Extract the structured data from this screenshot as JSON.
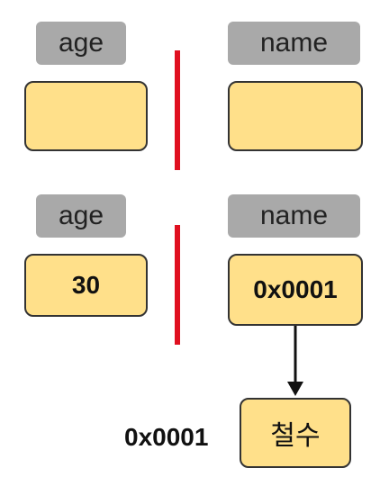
{
  "row1": {
    "left_label": "age",
    "right_label": "name",
    "left_value": "",
    "right_value": ""
  },
  "row2": {
    "left_label": "age",
    "right_label": "name",
    "left_value": "30",
    "right_value": "0x0001"
  },
  "heap": {
    "address": "0x0001",
    "value": "철수"
  },
  "colors": {
    "label_bg": "#a9a9a9",
    "box_fill": "#ffe08a",
    "divider": "#e01020"
  }
}
